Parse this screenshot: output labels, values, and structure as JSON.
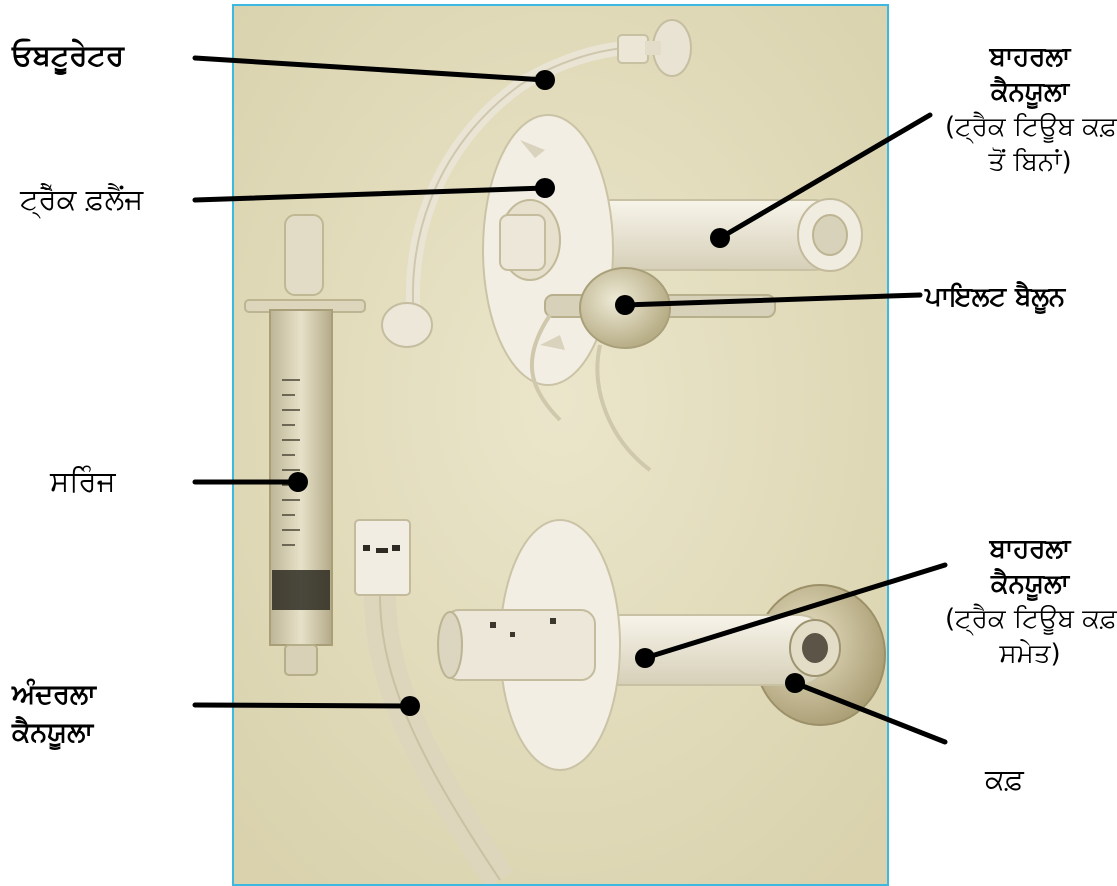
{
  "labels": {
    "obturator": "ਓਬਟੂਰੇਟਰ",
    "outer_cannula_no_cuff": {
      "line1": "ਬਾਹਰਲਾ",
      "line2": "ਕੈਨਯੂਲਾ",
      "line3": "(ਟ੍ਰੈਕ ਟਿਊਬ ਕਫ਼",
      "line4": "ਤੋਂ ਬਿਨਾਂ)"
    },
    "trach_flange": "ਟ੍ਰੈੱਕ ਫ਼ਲੈਂਜ",
    "pilot_balloon": "ਪਾਇਲਟ ਬੈਲੂਨ",
    "syringe": "ਸਰਿੰਜ",
    "outer_cannula_with_cuff": {
      "line1": "ਬਾਹਰਲਾ",
      "line2": "ਕੈਨਯੂਲਾ",
      "line3": "(ਟ੍ਰੈਕ ਟਿਊਬ ਕਫ਼",
      "line4": "ਸਮੇਤ)"
    },
    "inner_cannula": {
      "line1": "ਅੰਦਰਲਾ",
      "line2": "ਕੈਨਯੂਲਾ"
    },
    "cuff": "ਕਫ਼"
  },
  "colors": {
    "photo_background": "#e6e0c2",
    "photo_border": "#3db8e0",
    "leader_line": "#000000",
    "device_plastic": "#f1ece0"
  }
}
